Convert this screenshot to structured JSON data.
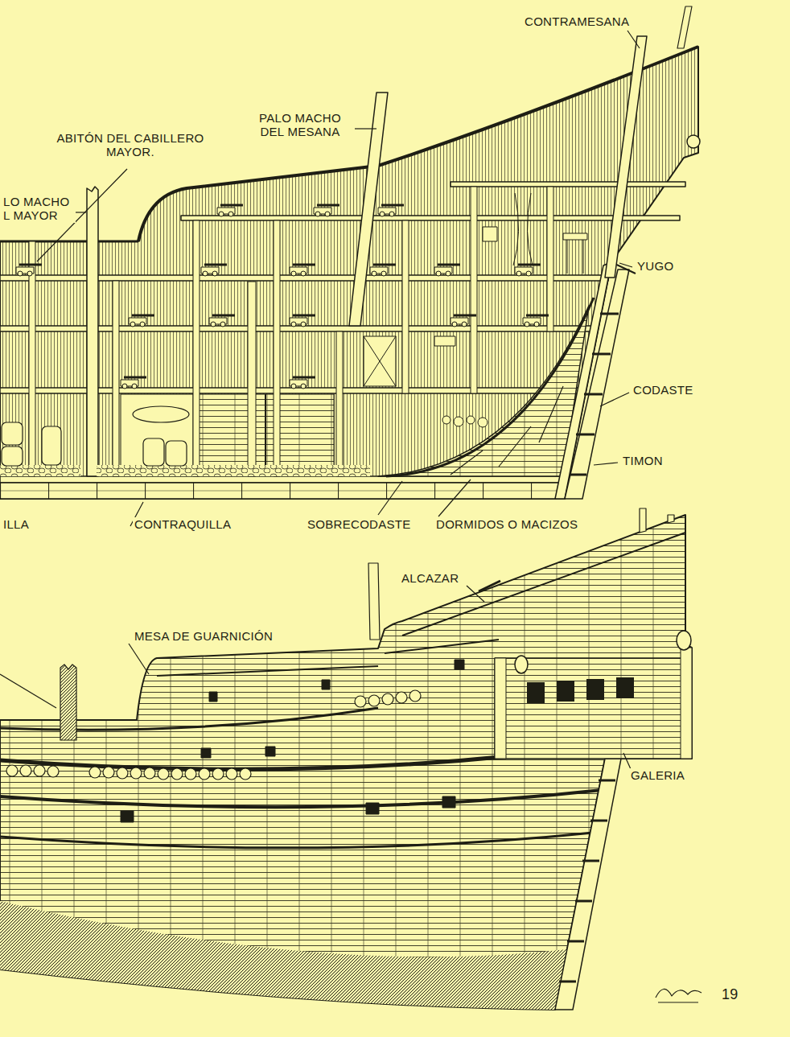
{
  "diagram": {
    "labels": [
      "CONTRAMESANA",
      "PALO MACHO DEL MESANA",
      "ABITÓN DEL CABILLERO MAYOR.",
      "LO MACHO L MAYOR",
      "YUGO",
      "CODASTE",
      "TIMON",
      "ILLA",
      "CONTRAQUILLA",
      "SOBRECODASTE",
      "DORMIDOS O MACIZOS",
      "ALCAZAR",
      "MESA DE GUARNICIÓN",
      "GALERIA",
      "19"
    ]
  }
}
